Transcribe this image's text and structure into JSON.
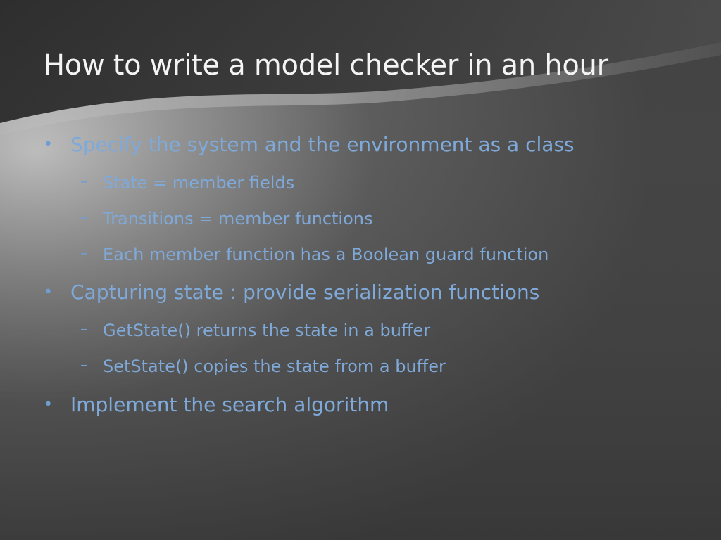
{
  "slide": {
    "title": "How to write a model checker in an hour",
    "bullet_marker": "•",
    "sub_marker": "–",
    "accent_color": "#7fa9d9",
    "title_color": "#f4f4f4",
    "bullets": [
      {
        "level": 1,
        "text": "Specify the system and the environment as a class"
      },
      {
        "level": 2,
        "text": "State = member fields"
      },
      {
        "level": 2,
        "text": "Transitions = member functions"
      },
      {
        "level": 2,
        "text": "Each member function has a Boolean guard function"
      },
      {
        "level": 1,
        "text": "Capturing state : provide serialization functions"
      },
      {
        "level": 2,
        "text": "GetState() returns the state in a buffer"
      },
      {
        "level": 2,
        "text": "SetState() copies the state from a buffer"
      },
      {
        "level": 1,
        "text": "Implement the search algorithm"
      }
    ]
  }
}
